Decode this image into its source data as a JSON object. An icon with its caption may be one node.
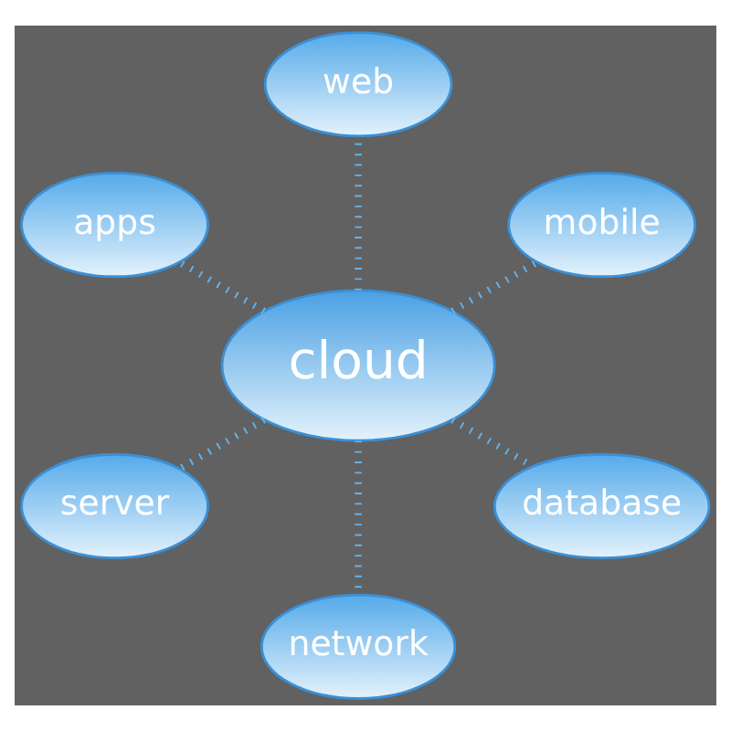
{
  "diagram": {
    "nodes": [
      {
        "text": [
          "cloud"
        ]
      },
      {
        "text": [
          "web"
        ]
      },
      {
        "text": [
          "apps"
        ]
      },
      {
        "text": [
          "mobile"
        ]
      },
      {
        "text": [
          "server"
        ]
      },
      {
        "text": [
          "network"
        ]
      },
      {
        "text": [
          "database"
        ]
      }
    ],
    "edges": [
      {
        "from": 0,
        "to": 1,
        "arrow": "none"
      },
      {
        "from": 0,
        "to": 3,
        "arrow": "none"
      },
      {
        "from": 0,
        "to": 6,
        "arrow": "none"
      },
      {
        "from": 0,
        "to": 5,
        "arrow": "none"
      },
      {
        "from": 0,
        "to": 4,
        "arrow": "none"
      },
      {
        "from": 0,
        "to": 2,
        "arrow": "none"
      }
    ]
  }
}
